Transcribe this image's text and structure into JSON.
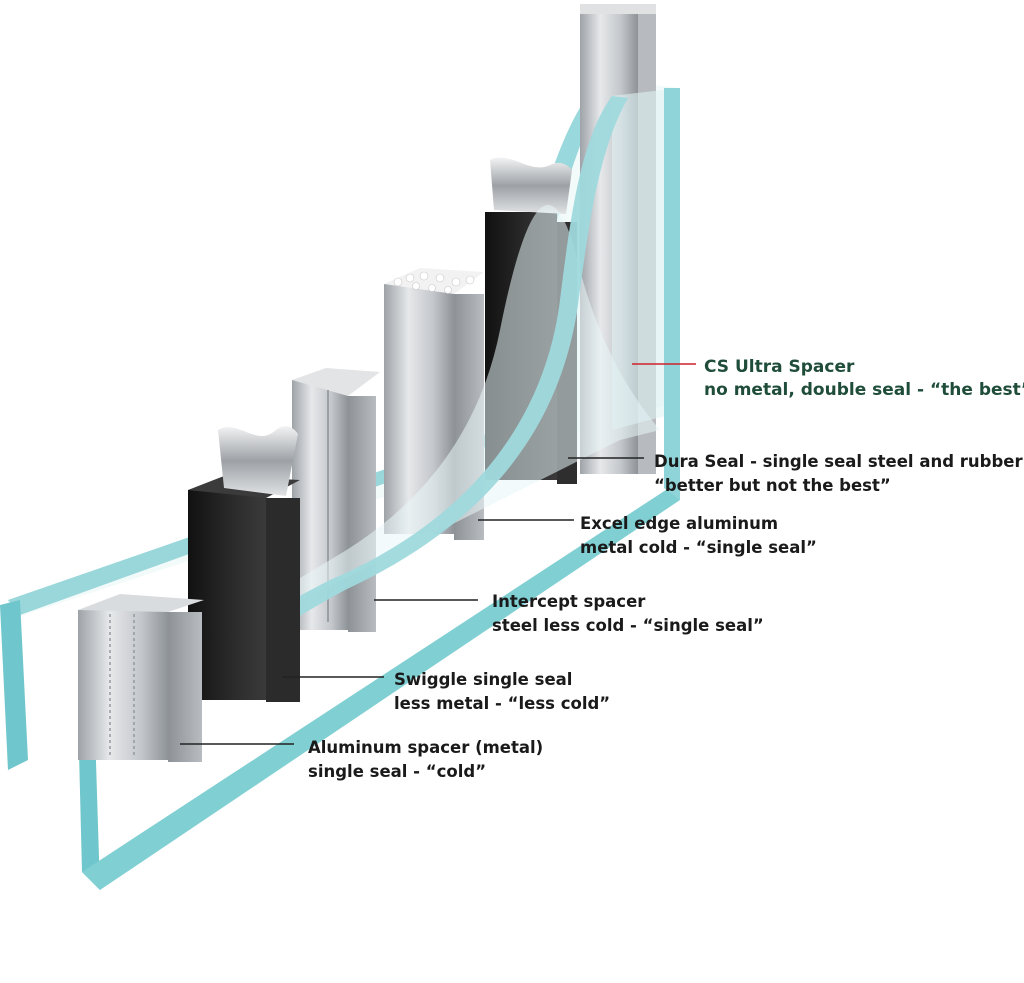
{
  "colors": {
    "glass_edge": "#7ccfd3",
    "glass_face": "#dff2f4",
    "black_spacer": "#1e1e1e",
    "metal": "#c5c8cc",
    "label_text": "#1a1a1a",
    "best_label": "#1f4d3a",
    "best_leader": "#d0212b"
  },
  "labels": [
    {
      "id": "cs-ultra",
      "line1": "CS Ultra Spacer",
      "line2": "no metal, double seal - “the best”"
    },
    {
      "id": "dura-seal",
      "line1": "Dura Seal  - single seal steel and rubber",
      "line2": " “better but not the best”"
    },
    {
      "id": "excel-edge",
      "line1": "Excel edge aluminum",
      "line2": "metal cold  - “single seal”"
    },
    {
      "id": "intercept",
      "line1": "Intercept spacer",
      "line2": "steel less cold - “single seal”"
    },
    {
      "id": "swiggle",
      "line1": "Swiggle single seal",
      "line2": "less metal  - “less cold”"
    },
    {
      "id": "aluminum",
      "line1": "Aluminum spacer (metal)",
      "line2": "single seal  - “cold”"
    }
  ]
}
